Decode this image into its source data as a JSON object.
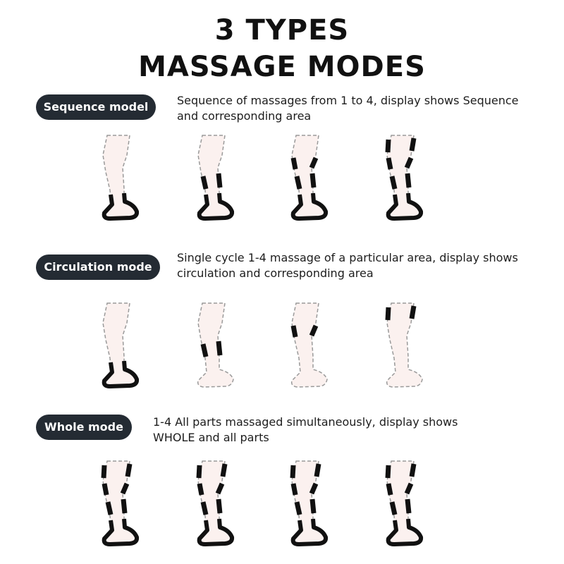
{
  "header": {
    "line1": "3 TYPES",
    "line2": "MASSAGE MODES"
  },
  "colors": {
    "pill_bg": "#242b33",
    "leg_fill": "#fbf1ef",
    "segment": "#111111"
  },
  "modes": [
    {
      "label": "Sequence model",
      "description_line1": "Sequence of massages from 1 to 4, display shows Sequence",
      "description_line2": "and corresponding area",
      "legs": [
        {
          "foot": true,
          "calf": false,
          "knee": false,
          "thigh": false
        },
        {
          "foot": true,
          "calf": true,
          "knee": false,
          "thigh": false
        },
        {
          "foot": true,
          "calf": true,
          "knee": true,
          "thigh": false
        },
        {
          "foot": true,
          "calf": true,
          "knee": true,
          "thigh": true
        }
      ]
    },
    {
      "label": "Circulation mode",
      "description_line1": "Single cycle 1-4 massage of a particular area, display shows",
      "description_line2": "circulation and corresponding area",
      "legs": [
        {
          "foot": true,
          "calf": false,
          "knee": false,
          "thigh": false
        },
        {
          "foot": false,
          "calf": true,
          "knee": false,
          "thigh": false
        },
        {
          "foot": false,
          "calf": false,
          "knee": true,
          "thigh": false
        },
        {
          "foot": false,
          "calf": false,
          "knee": false,
          "thigh": true
        }
      ]
    },
    {
      "label": "Whole mode",
      "description_line1": "1-4 All parts massaged simultaneously, display shows",
      "description_line2": "WHOLE and all parts",
      "legs": [
        {
          "foot": true,
          "calf": true,
          "knee": true,
          "thigh": true
        },
        {
          "foot": true,
          "calf": true,
          "knee": true,
          "thigh": true
        },
        {
          "foot": true,
          "calf": true,
          "knee": true,
          "thigh": true
        },
        {
          "foot": true,
          "calf": true,
          "knee": true,
          "thigh": true
        }
      ]
    }
  ]
}
